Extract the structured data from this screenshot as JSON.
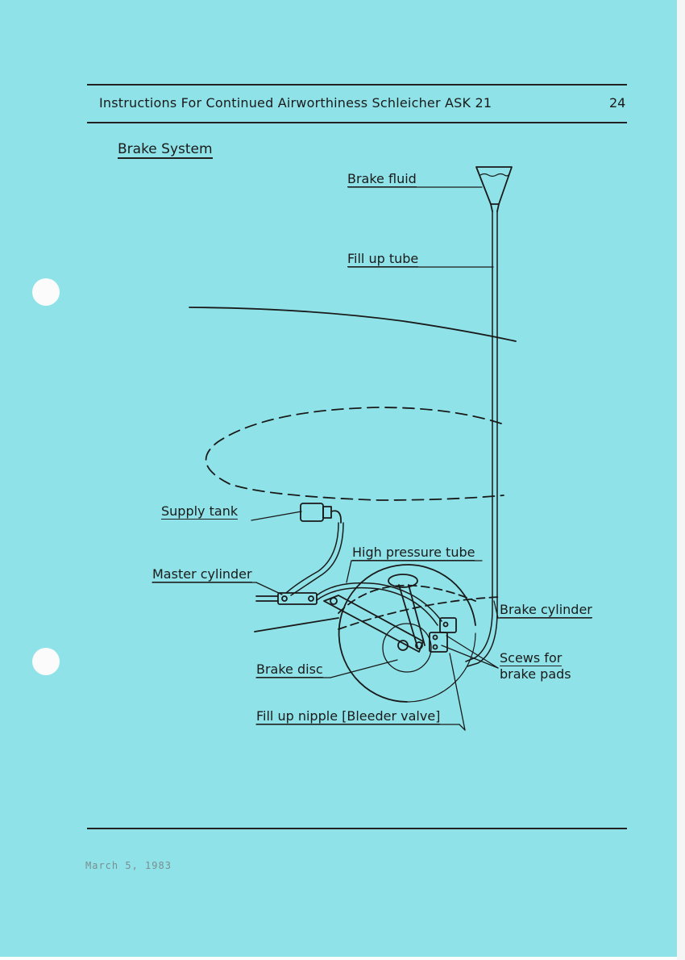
{
  "header": {
    "title": "Instructions For Continued Airworthiness Schleicher ASK 21",
    "page_number": "24"
  },
  "section_title": "Brake System",
  "labels": {
    "brake_fluid": "Brake fluid",
    "fill_up_tube": "Fill up tube",
    "supply_tank": "Supply tank",
    "high_pressure_tube": "High pressure tube",
    "master_cylinder": "Master cylinder",
    "brake_cylinder": "Brake cylinder",
    "screws_line1": "Scews for",
    "screws_line2": "brake pads",
    "brake_disc": "Brake disc",
    "fill_up_nipple": "Fill up nipple [Bleeder valve]"
  },
  "footer": {
    "date": "March 5, 1983"
  },
  "colors": {
    "page_background": "#8fe3e8",
    "ink": "#1a1a1a"
  }
}
